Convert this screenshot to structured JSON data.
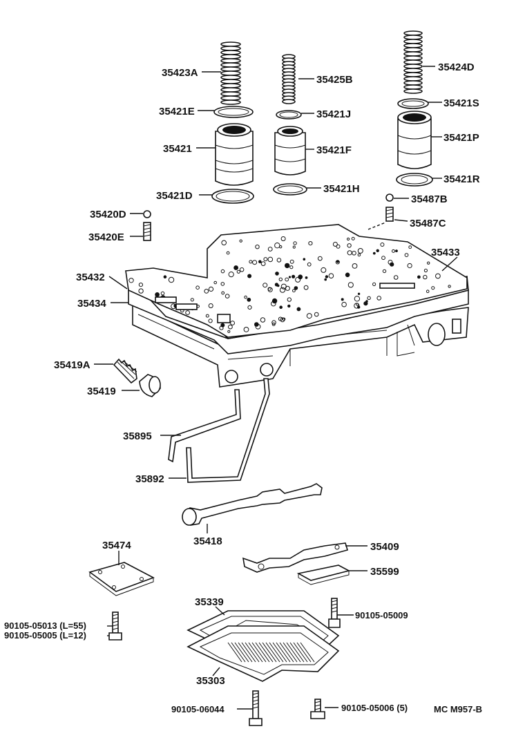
{
  "labels": [
    {
      "id": "35423A",
      "text": "35423A"
    },
    {
      "id": "35425B",
      "text": "35425B"
    },
    {
      "id": "35424D",
      "text": "35424D"
    },
    {
      "id": "35421E",
      "text": "35421E"
    },
    {
      "id": "35421J",
      "text": "35421J"
    },
    {
      "id": "35421S",
      "text": "35421S"
    },
    {
      "id": "35421",
      "text": "35421"
    },
    {
      "id": "35421F",
      "text": "35421F"
    },
    {
      "id": "35421P",
      "text": "35421P"
    },
    {
      "id": "35421D",
      "text": "35421D"
    },
    {
      "id": "35421H",
      "text": "35421H"
    },
    {
      "id": "35421R",
      "text": "35421R"
    },
    {
      "id": "35487B",
      "text": "35487B"
    },
    {
      "id": "35420D",
      "text": "35420D"
    },
    {
      "id": "35487C",
      "text": "35487C"
    },
    {
      "id": "35420E",
      "text": "35420E"
    },
    {
      "id": "35433",
      "text": "35433"
    },
    {
      "id": "35432",
      "text": "35432"
    },
    {
      "id": "35434",
      "text": "35434"
    },
    {
      "id": "35419A",
      "text": "35419A"
    },
    {
      "id": "35419",
      "text": "35419"
    },
    {
      "id": "35895",
      "text": "35895"
    },
    {
      "id": "35892",
      "text": "35892"
    },
    {
      "id": "35418",
      "text": "35418"
    },
    {
      "id": "35474",
      "text": "35474"
    },
    {
      "id": "35409",
      "text": "35409"
    },
    {
      "id": "35599",
      "text": "35599"
    },
    {
      "id": "35339",
      "text": "35339"
    },
    {
      "id": "90105-05009",
      "text": "90105-05009"
    },
    {
      "id": "90105-05013",
      "text": "90105-05013 (L=55)"
    },
    {
      "id": "90105-05005",
      "text": "90105-05005 (L=12)"
    },
    {
      "id": "35303",
      "text": "35303"
    },
    {
      "id": "90105-06044",
      "text": "90105-06044"
    },
    {
      "id": "90105-05006",
      "text": "90105-05006 (5)"
    }
  ],
  "figure_code": "MC  M957-B"
}
